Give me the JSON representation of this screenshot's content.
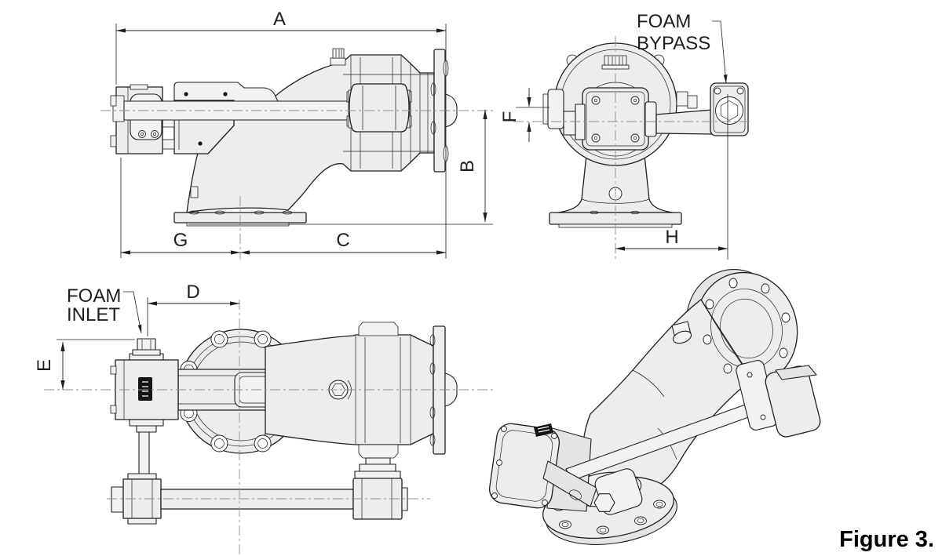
{
  "dims": {
    "a": "A",
    "b": "B",
    "c": "C",
    "d": "D",
    "e": "E",
    "f": "F",
    "g": "G",
    "h": "H"
  },
  "callouts": {
    "foam_bypass": {
      "line1": "FOAM",
      "line2": "BYPASS"
    },
    "foam_inlet": {
      "line1": "FOAM",
      "line2": "INLET"
    }
  },
  "caption": "Figure 3.",
  "colors": {
    "line": "#1f1f1f",
    "fill": "#ededed",
    "fill_light": "#f2f2f2",
    "fill_dark": "#e4e4e4",
    "centerline": "#8f8f8f",
    "plate": "#141414",
    "background": "#ffffff"
  }
}
